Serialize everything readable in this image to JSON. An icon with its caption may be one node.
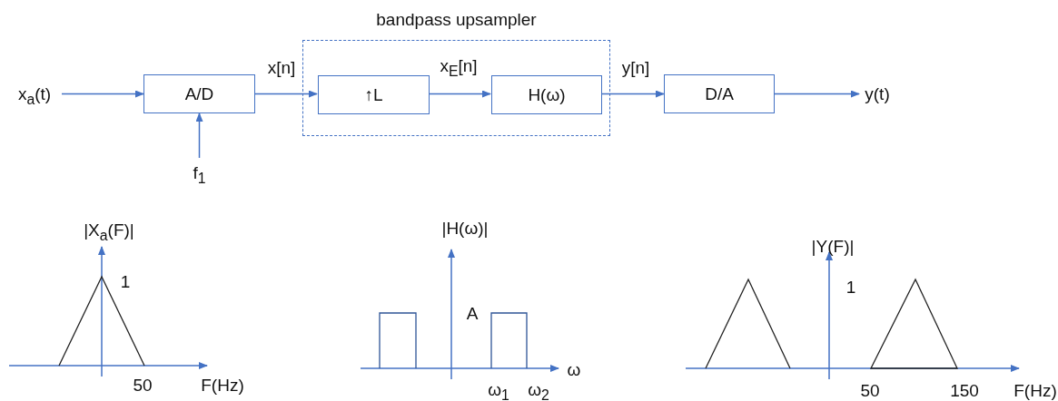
{
  "diagram": {
    "nodes": [
      {
        "text": [
          "x$_{a}$(t)"
        ]
      },
      {
        "text": [
          "A/D"
        ]
      },
      {
        "text": [
          "f$_{1}$"
        ]
      },
      {
        "text": [
          "bandpass upsampler"
        ]
      },
      {
        "text": [
          "↑L"
        ],
        "in": 3
      },
      {
        "text": [
          "H(ω)"
        ],
        "in": 3
      },
      {
        "text": [
          "D/A"
        ]
      },
      {
        "text": [
          "y(t)"
        ]
      }
    ],
    "edges": [
      {
        "from": 0,
        "to": 1,
        "arrow": "to"
      },
      {
        "from": 2,
        "to": 1,
        "arrow": "to"
      },
      {
        "from": 1,
        "to": 4,
        "arrow": "to",
        "label": "x[n]"
      },
      {
        "from": 4,
        "to": 5,
        "arrow": "to",
        "label": "x$_{E}$[n]"
      },
      {
        "from": 5,
        "to": 6,
        "arrow": "to",
        "label": "y[n]"
      },
      {
        "from": 6,
        "to": 7,
        "arrow": "to"
      }
    ],
    "labels": [
      "|X$_{a}$(F)|",
      "|H(ω)|",
      "|Y(F)|",
      "1",
      "A",
      "1",
      "50",
      "F(Hz)",
      "ω",
      "ω$_{1}$",
      "ω$_{2}$",
      "50",
      "150",
      "F(Hz)"
    ]
  }
}
